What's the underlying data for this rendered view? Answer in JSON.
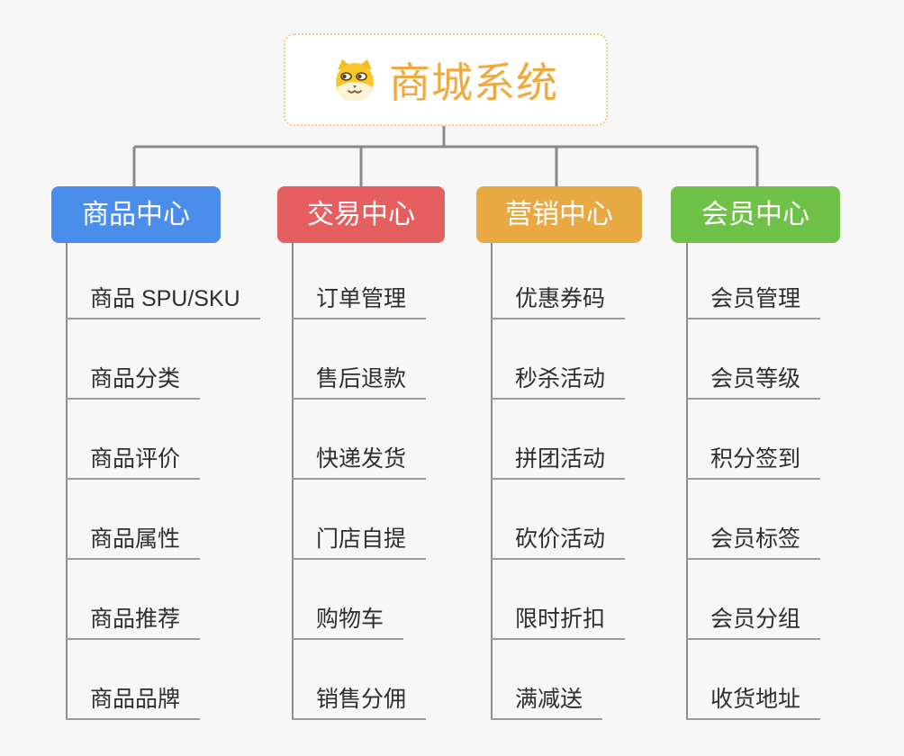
{
  "page": {
    "background_color": "#F7F7F7",
    "connector_color": "#8A8A8A",
    "underline_color": "#9B9B9B"
  },
  "root": {
    "title": "商城系统",
    "icon": "dog-face-icon",
    "text_color": "#F0A93E",
    "border_color": "#F6C878"
  },
  "branches": [
    {
      "label": "商品中心",
      "color": "#4B8DEA",
      "items": [
        "商品 SPU/SKU",
        "商品分类",
        "商品评价",
        "商品属性",
        "商品推荐",
        "商品品牌"
      ]
    },
    {
      "label": "交易中心",
      "color": "#E65F5F",
      "items": [
        "订单管理",
        "售后退款",
        "快递发货",
        "门店自提",
        "购物车",
        "销售分佣"
      ]
    },
    {
      "label": "营销中心",
      "color": "#E9A942",
      "items": [
        "优惠券码",
        "秒杀活动",
        "拼团活动",
        "砍价活动",
        "限时折扣",
        "满减送"
      ]
    },
    {
      "label": "会员中心",
      "color": "#6FC247",
      "items": [
        "会员管理",
        "会员等级",
        "积分签到",
        "会员标签",
        "会员分组",
        "收货地址"
      ]
    }
  ]
}
